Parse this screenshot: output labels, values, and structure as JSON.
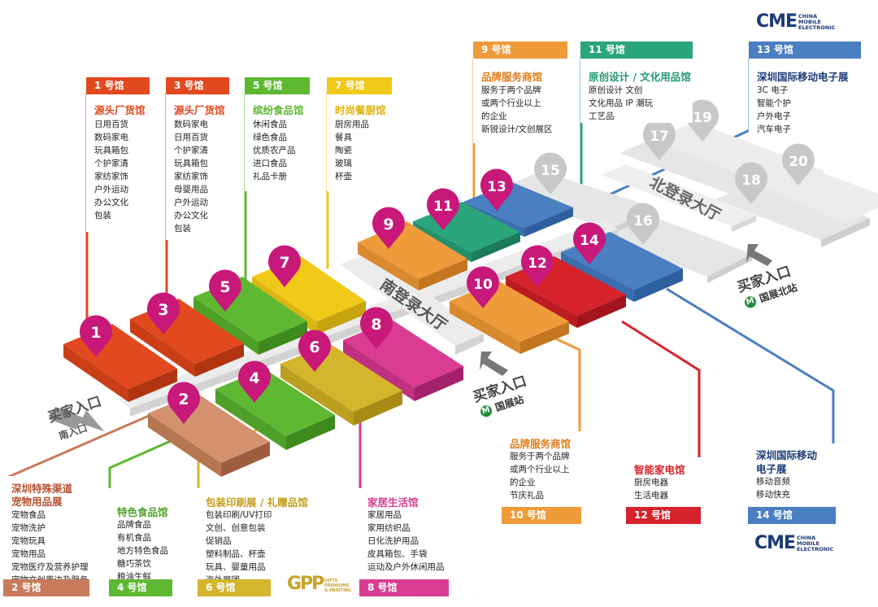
{
  "logos": {
    "cme": "CME",
    "cme_sub": [
      "CHINA",
      "MOBILE",
      "ELECTRONIC"
    ],
    "gpp": "GPP",
    "gpp_sub": [
      "GIFTS",
      "PREMIUMS",
      "& PRINTING"
    ]
  },
  "colors": {
    "h1": "#e2491f",
    "h2": "#c97a5a",
    "h3": "#e2491f",
    "h4": "#5fb832",
    "h5": "#5fb832",
    "h6": "#d4b52c",
    "h7": "#f0c919",
    "h8": "#d93c92",
    "h9": "#ef9b3a",
    "h10": "#ef9b3a",
    "h11": "#2aa57c",
    "h12": "#d6222b",
    "h13": "#4a7fc1",
    "h14": "#4a7fc1",
    "pin": "#c8187a",
    "gray": "#c8c8c8",
    "hall": "#e8e8e8",
    "text_dark": "#555555",
    "brand_blue": "#1b3a78"
  },
  "markers": {
    "pink": [
      "1",
      "2",
      "3",
      "4",
      "5",
      "6",
      "7",
      "8",
      "9",
      "10",
      "11",
      "12",
      "13",
      "14"
    ],
    "gray": [
      "15",
      "16",
      "17",
      "18",
      "19",
      "20"
    ]
  },
  "hall_labels": {
    "south": "南登录大厅",
    "north": "北登录大厅"
  },
  "entrances": {
    "south": {
      "label": "买家入口",
      "sub": "南入口"
    },
    "middle": {
      "label": "买家入口",
      "station": "国展站"
    },
    "north": {
      "label": "买家入口",
      "station": "国展北站"
    }
  },
  "cards": {
    "c1": {
      "header": "1 号馆",
      "title": "源头厂货馆",
      "items": [
        "日用百货",
        "数码家电",
        "玩具箱包",
        "个护家清",
        "家纺家饰",
        "户外运动",
        "办公文化",
        "包装"
      ]
    },
    "c3": {
      "header": "3 号馆",
      "title": "源头厂货馆",
      "items": [
        "数码家电",
        "日用百货",
        "个护家清",
        "玩具箱包",
        "家纺家饰",
        "母婴用品",
        "户外运动",
        "办公文化",
        "包装"
      ]
    },
    "c5": {
      "header": "5 号馆",
      "title": "缤纷食品馆",
      "items": [
        "休闲食品",
        "绿色食品",
        "优质农产品",
        "进口食品",
        "礼品卡册"
      ]
    },
    "c7": {
      "header": "7 号馆",
      "title": "时尚餐厨馆",
      "items": [
        "厨房用品",
        "餐具",
        "陶瓷",
        "玻璃",
        "杯壶"
      ]
    },
    "c9": {
      "header": "9 号馆",
      "title": "品牌服务商馆",
      "items": [
        "服务于两个品牌",
        "或两个行业以上",
        "的企业",
        "新锐设计/文创展区"
      ]
    },
    "c11": {
      "header": "11 号馆",
      "title": "原创设计 / 文化用品馆",
      "items": [
        "原创设计  文创",
        "文化用品  IP 潮玩",
        "工艺品"
      ]
    },
    "c13": {
      "header": "13 号馆",
      "title": "深圳国际移动电子展",
      "items": [
        "3C 电子",
        "智能个护",
        "户外电子",
        "汽车电子"
      ]
    },
    "c2": {
      "header": "2 号馆",
      "title": [
        "深圳特殊渠道",
        "宠物用品展"
      ],
      "items": [
        "宠物食品",
        "宠物洗护",
        "宠物玩具",
        "宠物用品",
        "宠物医疗及营养护理",
        "宠物文创周边及服务"
      ]
    },
    "c4": {
      "header": "4 号馆",
      "title": "特色食品馆",
      "items": [
        "品牌食品",
        "有机食品",
        "地方特色食品",
        "糖巧茶饮",
        "粮油生鲜"
      ]
    },
    "c6": {
      "header": "6 号馆",
      "title": "包装印刷展 / 礼赠品馆",
      "items": [
        "包装印刷/UV打印",
        "文创、创意包装",
        "促销品",
        "塑料制品、杯壶",
        "玩具、婴童用品",
        "海外展团"
      ]
    },
    "c8": {
      "header": "8 号馆",
      "title": "家居生活馆",
      "items": [
        "家居用品",
        "家用纺织品",
        "日化洗护用品",
        "皮具箱包、手袋",
        "运动及户外休闲用品"
      ]
    },
    "c10": {
      "header": "10 号馆",
      "title": "品牌服务商馆",
      "items": [
        "服务于两个品牌",
        "或两个行业以上",
        "的企业",
        "节庆礼品"
      ]
    },
    "c12": {
      "header": "12 号馆",
      "title": "智能家电馆",
      "items": [
        "厨房电器",
        "生活电器"
      ]
    },
    "c14": {
      "header": "14 号馆",
      "title": [
        "深圳国际移动",
        "电子展"
      ],
      "items": [
        "移动音频",
        "移动快充"
      ]
    }
  }
}
